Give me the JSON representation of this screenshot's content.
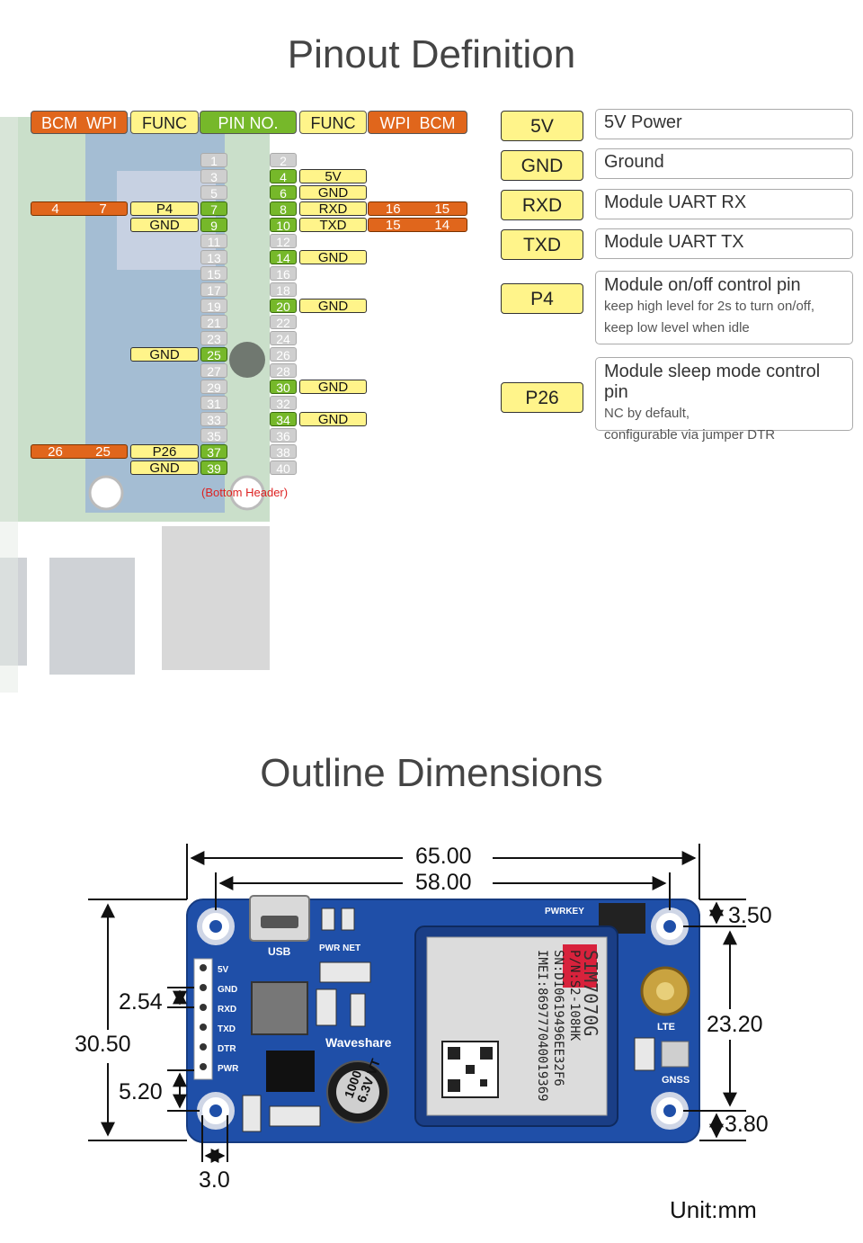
{
  "titles": {
    "pinout": "Pinout Definition",
    "outline": "Outline Dimensions"
  },
  "header_bar": {
    "left_orange": [
      "BCM",
      "WPI"
    ],
    "left_yellow": "FUNC",
    "center_green": "PIN NO.",
    "right_yellow": "FUNC",
    "right_orange": [
      "WPI",
      "BCM"
    ]
  },
  "pins": {
    "grey_left": [
      "1",
      "3",
      "5",
      "11",
      "13",
      "15",
      "17",
      "19",
      "21",
      "23",
      "27",
      "29",
      "31",
      "33",
      "35"
    ],
    "grey_right": [
      "2",
      "12",
      "16",
      "18",
      "22",
      "24",
      "26",
      "28",
      "32",
      "36",
      "38",
      "40"
    ],
    "green_left": [
      "7",
      "9",
      "25",
      "37",
      "39"
    ],
    "green_right": [
      "4",
      "6",
      "8",
      "10",
      "14",
      "20",
      "30",
      "34"
    ]
  },
  "labels": {
    "left": [
      {
        "pin": "7",
        "func": "P4",
        "wpi": "7",
        "bcm": "4"
      },
      {
        "pin": "9",
        "func": "GND"
      },
      {
        "pin": "25",
        "func": "GND"
      },
      {
        "pin": "37",
        "func": "P26",
        "wpi": "25",
        "bcm": "26"
      },
      {
        "pin": "39",
        "func": "GND"
      }
    ],
    "right": [
      {
        "pin": "4",
        "func": "5V"
      },
      {
        "pin": "6",
        "func": "GND"
      },
      {
        "pin": "8",
        "func": "RXD",
        "wpi": "16",
        "bcm": "15"
      },
      {
        "pin": "10",
        "func": "TXD",
        "wpi": "15",
        "bcm": "14"
      },
      {
        "pin": "14",
        "func": "GND"
      },
      {
        "pin": "20",
        "func": "GND"
      },
      {
        "pin": "30",
        "func": "GND"
      },
      {
        "pin": "34",
        "func": "GND"
      }
    ]
  },
  "bottom_header_note": "(Bottom Header)",
  "legend": [
    {
      "key": "5V",
      "main": "5V Power"
    },
    {
      "key": "GND",
      "main": "Ground"
    },
    {
      "key": "RXD",
      "main": "Module UART RX"
    },
    {
      "key": "TXD",
      "main": "Module UART TX"
    },
    {
      "key": "P4",
      "main": "Module on/off control pin",
      "sub1": "keep high level for 2s to turn on/off,",
      "sub2": "keep low level when idle"
    },
    {
      "key": "P26",
      "main": "Module sleep mode control pin",
      "sub1": "NC by default,",
      "sub2": "configurable via jumper DTR"
    }
  ],
  "board_labels": {
    "usb": "USB",
    "pwr_net": "PWR NET",
    "pwrkey": "PWRKEY",
    "lte": "LTE",
    "gnss": "GNSS",
    "brand": "Waveshare",
    "pins": [
      "5V",
      "GND",
      "RXD",
      "TXD",
      "DTR",
      "PWR"
    ],
    "module_model": "SIM7070G",
    "module_pn": "P/N:S2-108HK",
    "module_sn": "SN:D10619496EE32F6",
    "module_imei": "IMEI:869777040019369",
    "cap": "1000\n6.3V VT"
  },
  "dimensions": {
    "width_total": "65.00",
    "hole_span": "58.00",
    "top_hole_offset": "3.50",
    "right_hole_span": "23.20",
    "bottom_hole_offset": "3.80",
    "height_total": "30.50",
    "pin_pitch": "2.54",
    "bottom_pin_offset": "5.20",
    "hole_x": "3.0"
  },
  "unit": "Unit:mm",
  "colors": {
    "orange": "#e0661c",
    "yellow": "#fff48a",
    "green": "#76b82a",
    "board_blue": "#1f4fa8"
  }
}
